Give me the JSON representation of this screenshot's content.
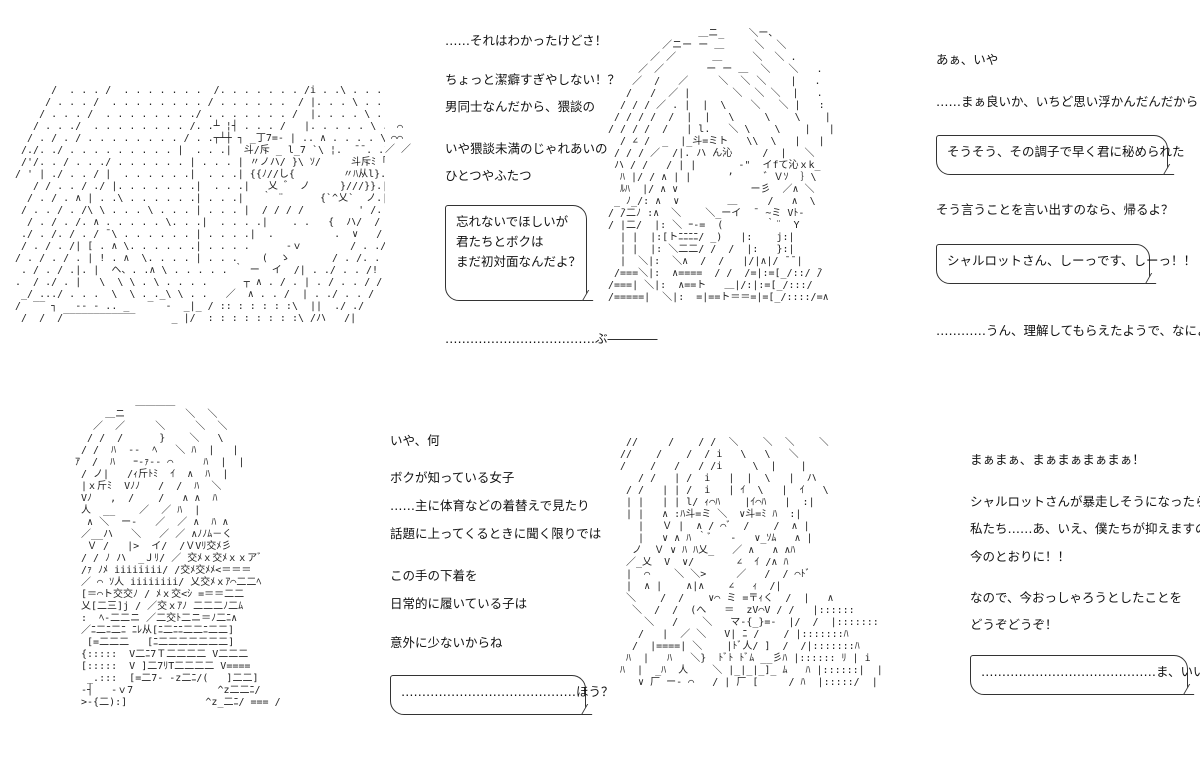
{
  "panels": [
    {
      "lines": [
        "……それはわかったけどさ！",
        "ちょっと潔癖すぎやしない！？",
        "男同士なんだから、猥談の",
        "いや猥談未満のじゃれあいの",
        "ひとつやふたつ"
      ],
      "bubble": [
        "忘れないでほしいが",
        "君たちとボクは",
        "まだ初対面なんだよ？"
      ],
      "footer": "………………………………ぶ――――"
    },
    {
      "lines": [
        "あぁ、いや",
        "……まぁ良いか、いちど思い浮かんだんだから"
      ],
      "bubble1": [
        "そうそう、その調子で早く君に秘められた"
      ],
      "middle": "そう言うことを言い出すのなら、帰るよ？",
      "bubble2": [
        "シャルロットさん、しーっです、しーっ！！"
      ],
      "footer": "…………うん、理解してもらえたようで、なによりだよ"
    },
    {
      "lines": [
        "いや、何",
        "ボクが知っている女子",
        "……主に体育などの着替えで見たり",
        "話題に上ってくるときに聞く限りでは",
        "この手の下着を",
        "日常的に履いている子は",
        "意外に少ないからね"
      ],
      "bubble": [
        "……………………………………ほう？"
      ]
    },
    {
      "lines": [
        "まぁまぁ、まぁまぁまぁまぁ！",
        "シャルロットさんが暴走しそうになったら",
        "私たち……あ、いえ、僕たちが抑えますので",
        "今のとおりに！！",
        "なので、今おっしゃろうとしたことを",
        "どうぞどうぞ！"
      ],
      "bubble": [
        "……………………………………ま、いいか"
      ]
    }
  ]
}
